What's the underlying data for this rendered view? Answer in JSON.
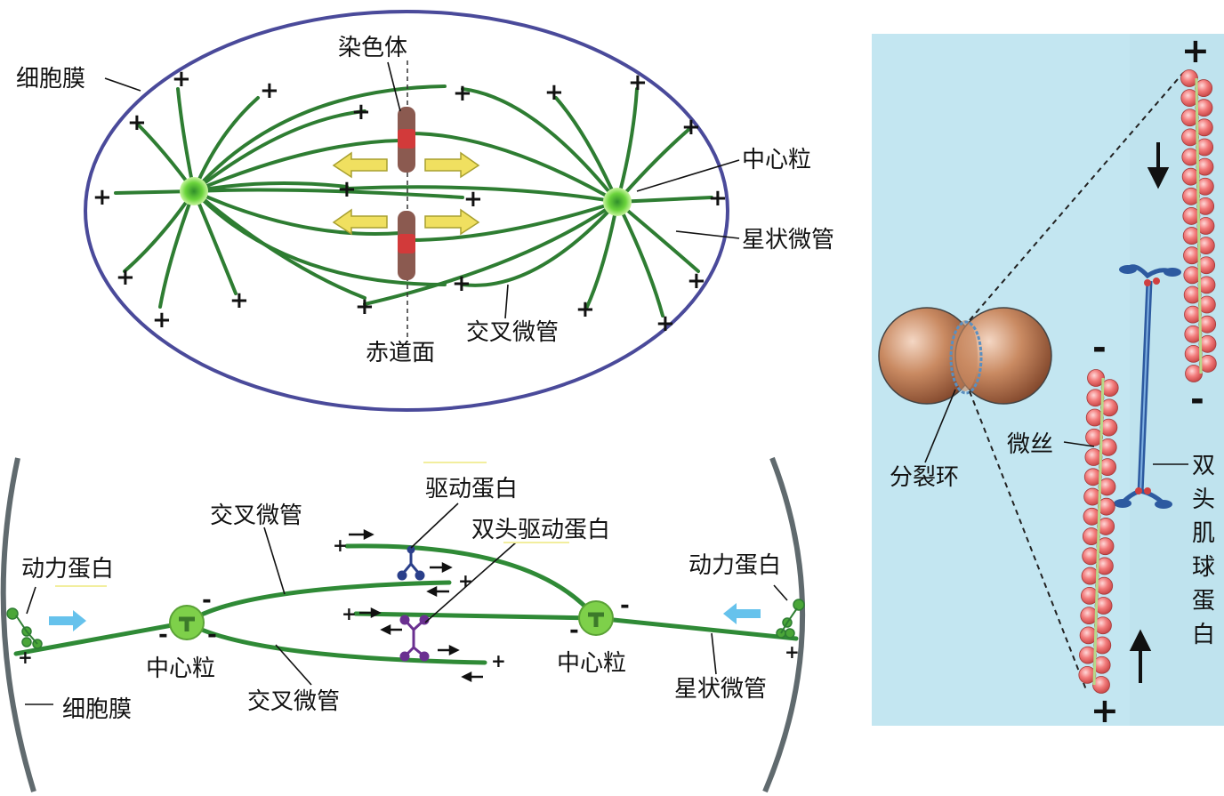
{
  "top_panel": {
    "labels": {
      "cell_membrane": "细胞膜",
      "chromosome": "染色体",
      "centriole": "中心粒",
      "aster_mt": "星状微管",
      "cross_mt": "交叉微管",
      "equatorial_plane": "赤道面"
    },
    "plus_sign": "+"
  },
  "bottom_panel": {
    "labels": {
      "cross_mt_top": "交叉微管",
      "motor_protein": "驱动蛋白",
      "bipolar_motor": "双头驱动蛋白",
      "dynein_left": "动力蛋白",
      "dynein_right": "动力蛋白",
      "centriole_left": "中心粒",
      "centriole_right": "中心粒",
      "cross_mt_bottom": "交叉微管",
      "aster_mt": "星状微管",
      "cell_membrane": "细胞膜"
    },
    "plus_sign": "+",
    "minus_sign": "-"
  },
  "right_panel": {
    "labels": {
      "cleavage_ring": "分裂环",
      "microfilament": "微丝",
      "myosin_chars": [
        "双",
        "头",
        "肌",
        "球",
        "蛋",
        "白"
      ]
    },
    "plus_sign": "+",
    "minus_sign": "-"
  },
  "colors": {
    "membrane": "#4a4a9a",
    "microtubule": "#2e7d32",
    "centriole": "#6ccf3a",
    "chromosome": "#c23a3a",
    "right_bg": "#c3e6f1",
    "actin_bead": "#f07878",
    "cell_brown": "#b5714a"
  }
}
